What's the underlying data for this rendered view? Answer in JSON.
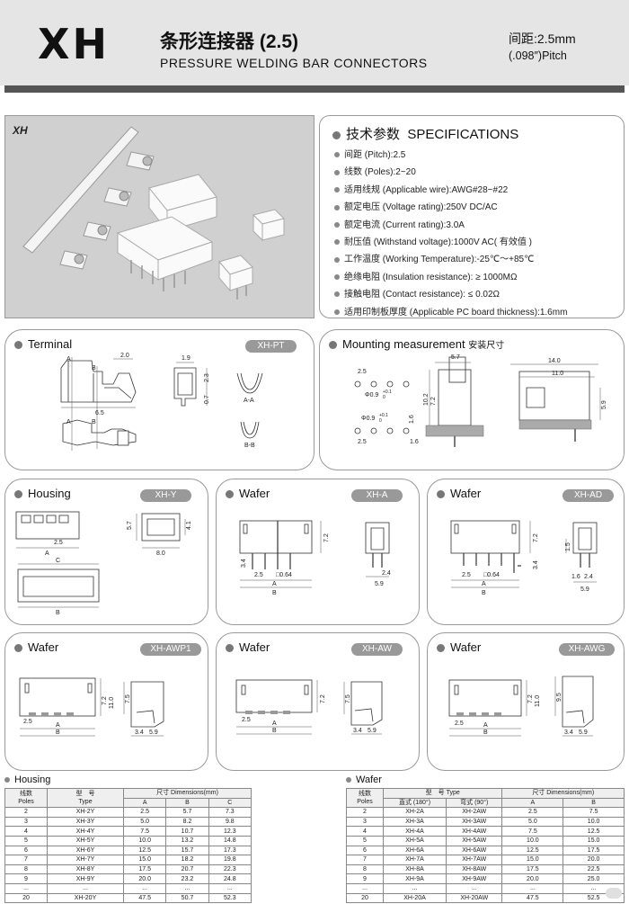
{
  "header": {
    "logo": "XH",
    "title_cn": "条形连接器 (2.5)",
    "title_en": "PRESSURE WELDING BAR CONNECTORS",
    "pitch_cn": "间距:2.5mm",
    "pitch_en": "(.098″)Pitch"
  },
  "photo": {
    "label": "XH"
  },
  "specs": {
    "title_cn": "技术参数",
    "title_en": "SPECIFICATIONS",
    "items": [
      "间距 (Pitch):2.5",
      "线数 (Poles):2~20",
      "适用线规 (Applicable wire):AWG#28~#22",
      "额定电压 (Voltage rating):250V DC/AC",
      "额定电流 (Current rating):3.0A",
      "耐压值 (Withstand voltage):1000V AC( 有效值 )",
      "工作温度 (Working Temperature):-25℃～+85℃",
      "绝缘电阻 (Insulation resistance): ≥ 1000MΩ",
      "接触电阻 (Contact resistance): ≤ 0.02Ω",
      "适用印制板厚度 (Applicable PC board thickness):1.6mm"
    ]
  },
  "panels": {
    "terminal": {
      "title": "Terminal",
      "tag": "XH-PT",
      "dims": [
        "2.0",
        "1.9",
        "2.3",
        "0.7",
        "6.5",
        "A",
        "B",
        "A",
        "B",
        "A-A",
        "B-B"
      ]
    },
    "mounting": {
      "title": "Mounting measurement",
      "title_cn": "安装尺寸",
      "dims": [
        "2.5",
        "Φ0.9",
        "+0.1",
        "0",
        "2.5",
        "Φ0.9",
        "+0.1",
        "0",
        "1.6",
        "1.6",
        "5.7",
        "10.2",
        "7.2",
        "14.0",
        "11.0",
        "5.9"
      ]
    },
    "housing": {
      "title": "Housing",
      "tag": "XH-Y",
      "dims": [
        "5.7",
        "4.1",
        "8.0",
        "2.5",
        "A",
        "C",
        "B"
      ]
    },
    "wafer_a": {
      "title": "Wafer",
      "tag": "XH-A",
      "dims": [
        "7.2",
        "3.4",
        "2.5",
        "□0.64",
        "A",
        "B",
        "2.4",
        "5.9"
      ]
    },
    "wafer_ad": {
      "title": "Wafer",
      "tag": "XH-AD",
      "dims": [
        "7.2",
        "3.4",
        "2.5",
        "□0.64",
        "A",
        "B",
        "1.5",
        "1.6",
        "2.4",
        "5.9"
      ]
    },
    "wafer_awp1": {
      "title": "Wafer",
      "tag": "XH-AWP1",
      "dims": [
        "7.2",
        "11.0",
        "2.5",
        "A",
        "B",
        "7.5",
        "3.4",
        "5.9"
      ]
    },
    "wafer_aw": {
      "title": "Wafer",
      "tag": "XH-AW",
      "dims": [
        "7.2",
        "2.5",
        "A",
        "B",
        "7.5",
        "3.4",
        "5.9"
      ]
    },
    "wafer_awg": {
      "title": "Wafer",
      "tag": "XH-AWG",
      "dims": [
        "7.2",
        "11.0",
        "2.5",
        "A",
        "B",
        "9.5",
        "3.4",
        "5.9"
      ]
    }
  },
  "housing_table": {
    "title": "Housing",
    "h_poles_cn": "线数",
    "h_poles_en": "Poles",
    "h_type_cn": "型　号",
    "h_type_en": "Type",
    "h_dims": "尺寸 Dimensions(mm)",
    "h_a": "A",
    "h_b": "B",
    "h_c": "C",
    "rows": [
      [
        "2",
        "XH-2Y",
        "2.5",
        "5.7",
        "7.3"
      ],
      [
        "3",
        "XH-3Y",
        "5.0",
        "8.2",
        "9.8"
      ],
      [
        "4",
        "XH-4Y",
        "7.5",
        "10.7",
        "12.3"
      ],
      [
        "5",
        "XH-5Y",
        "10.0",
        "13.2",
        "14.8"
      ],
      [
        "6",
        "XH-6Y",
        "12.5",
        "15.7",
        "17.3"
      ],
      [
        "7",
        "XH-7Y",
        "15.0",
        "18.2",
        "19.8"
      ],
      [
        "8",
        "XH-8Y",
        "17.5",
        "20.7",
        "22.3"
      ],
      [
        "9",
        "XH-9Y",
        "20.0",
        "23.2",
        "24.8"
      ],
      [
        "...",
        "...",
        "...",
        "...",
        "..."
      ],
      [
        "20",
        "XH-20Y",
        "47.5",
        "50.7",
        "52.3"
      ]
    ]
  },
  "wafer_table": {
    "title": "Wafer",
    "h_poles_cn": "线数",
    "h_poles_en": "Poles",
    "h_type": "型　号 Type",
    "h_straight": "直式 (180°)",
    "h_right": "弯式 (90°)",
    "h_dims": "尺寸 Dimensions(mm)",
    "h_a": "A",
    "h_b": "B",
    "rows": [
      [
        "2",
        "XH-2A",
        "XH-2AW",
        "2.5",
        "7.5"
      ],
      [
        "3",
        "XH-3A",
        "XH-3AW",
        "5.0",
        "10.0"
      ],
      [
        "4",
        "XH-4A",
        "XH-4AW",
        "7.5",
        "12.5"
      ],
      [
        "5",
        "XH-5A",
        "XH-5AW",
        "10.0",
        "15.0"
      ],
      [
        "6",
        "XH-6A",
        "XH-6AW",
        "12.5",
        "17.5"
      ],
      [
        "7",
        "XH-7A",
        "XH-7AW",
        "15.0",
        "20.0"
      ],
      [
        "8",
        "XH-8A",
        "XH-8AW",
        "17.5",
        "22.5"
      ],
      [
        "9",
        "XH-9A",
        "XH-9AW",
        "20.0",
        "25.0"
      ],
      [
        "...",
        "...",
        "...",
        "...",
        "..."
      ],
      [
        "20",
        "XH-20A",
        "XH-20AW",
        "47.5",
        "52.5"
      ]
    ]
  }
}
